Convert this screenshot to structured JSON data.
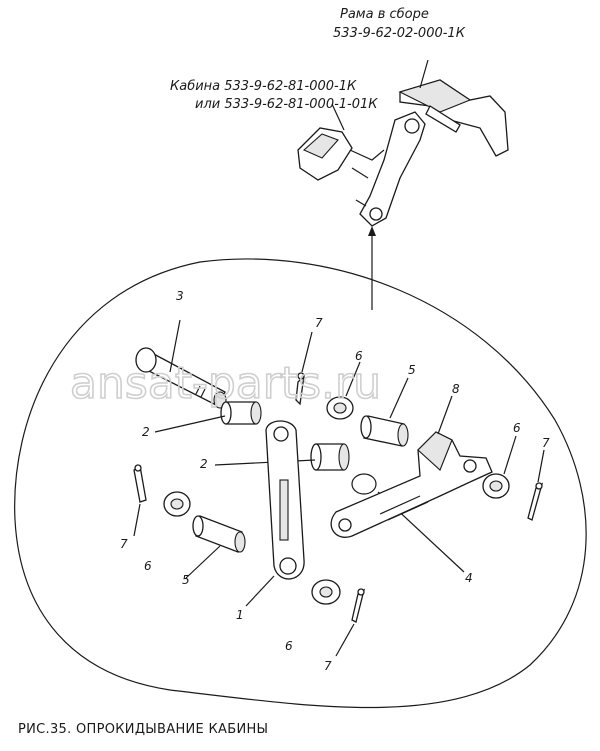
{
  "assembly_labels": {
    "frame_line1": "Рама в сборе",
    "frame_line2": "533-9-62-02-000-1К",
    "cab_line1": "Кабина  533-9-62-81-000-1К",
    "cab_line2": "или  533-9-62-81-000-1-01К"
  },
  "part_callouts": {
    "c1": "1",
    "c2a": "2",
    "c2b": "2",
    "c3": "3",
    "c4": "4",
    "c5a": "5",
    "c5b": "5",
    "c6a": "6",
    "c6b": "6",
    "c6c": "6",
    "c6d": "6",
    "c7a": "7",
    "c7b": "7",
    "c7c": "7",
    "c7d": "7",
    "c8": "8"
  },
  "caption": "РИС.35. ОПРОКИДЫВАНИЕ    КАБИНЫ",
  "watermark": "ansat-parts.ru"
}
